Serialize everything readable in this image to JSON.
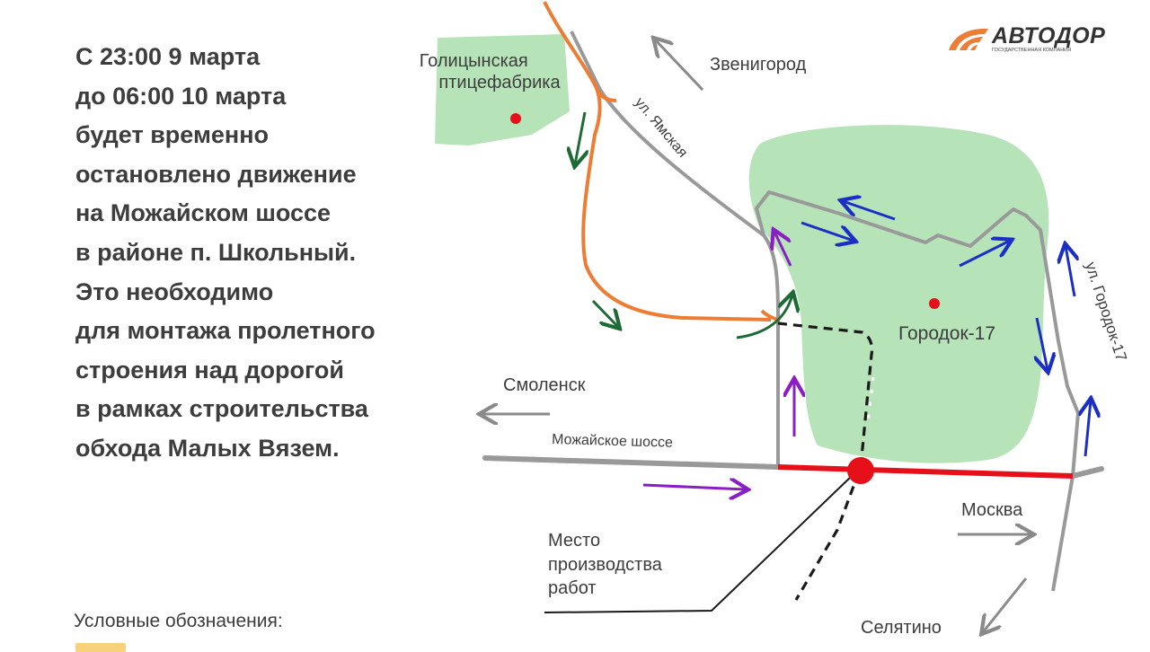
{
  "notice": {
    "lines": [
      "С 23:00 9 марта",
      "до 06:00 10 марта",
      "будет временно",
      "остановлено движение",
      "на Можайском шоссе",
      "в районе п. Школьный.",
      "Это необходимо",
      "для монтажа пролетного",
      "строения над дорогой",
      "в рамках строительства",
      "обхода Малых Вязем."
    ]
  },
  "logo": {
    "name": "АВТОДОР",
    "subtitle": "ГОСУДАРСТВЕННАЯ КОМПАНИЯ"
  },
  "map": {
    "labels": {
      "poultry_farm": [
        "Голицынская",
        "птицефабрика"
      ],
      "zvenigorod": "Звенигород",
      "yamskaya": "ул. Ямская",
      "gorodok": "Городок-17",
      "gorodok_street": "ул. Городок-17",
      "smolensk": "Смоленск",
      "mozhayskoe": "Можайское шоссе",
      "moskva": "Москва",
      "worksite": [
        "Место",
        "производства",
        "работ"
      ],
      "selyatino": "Селятино"
    },
    "colors": {
      "green_area": "#b6e4b8",
      "road": "#999999",
      "closed_road": "#e5101a",
      "detour": "#ed7d35",
      "arrow_green": "#1d6a35",
      "arrow_blue": "#1c2fc4",
      "arrow_purple": "#8a1ec4",
      "arrow_gray": "#8a8a8a",
      "red_dot": "#e5101a"
    }
  },
  "legend": {
    "title": "Условные обозначения:"
  }
}
